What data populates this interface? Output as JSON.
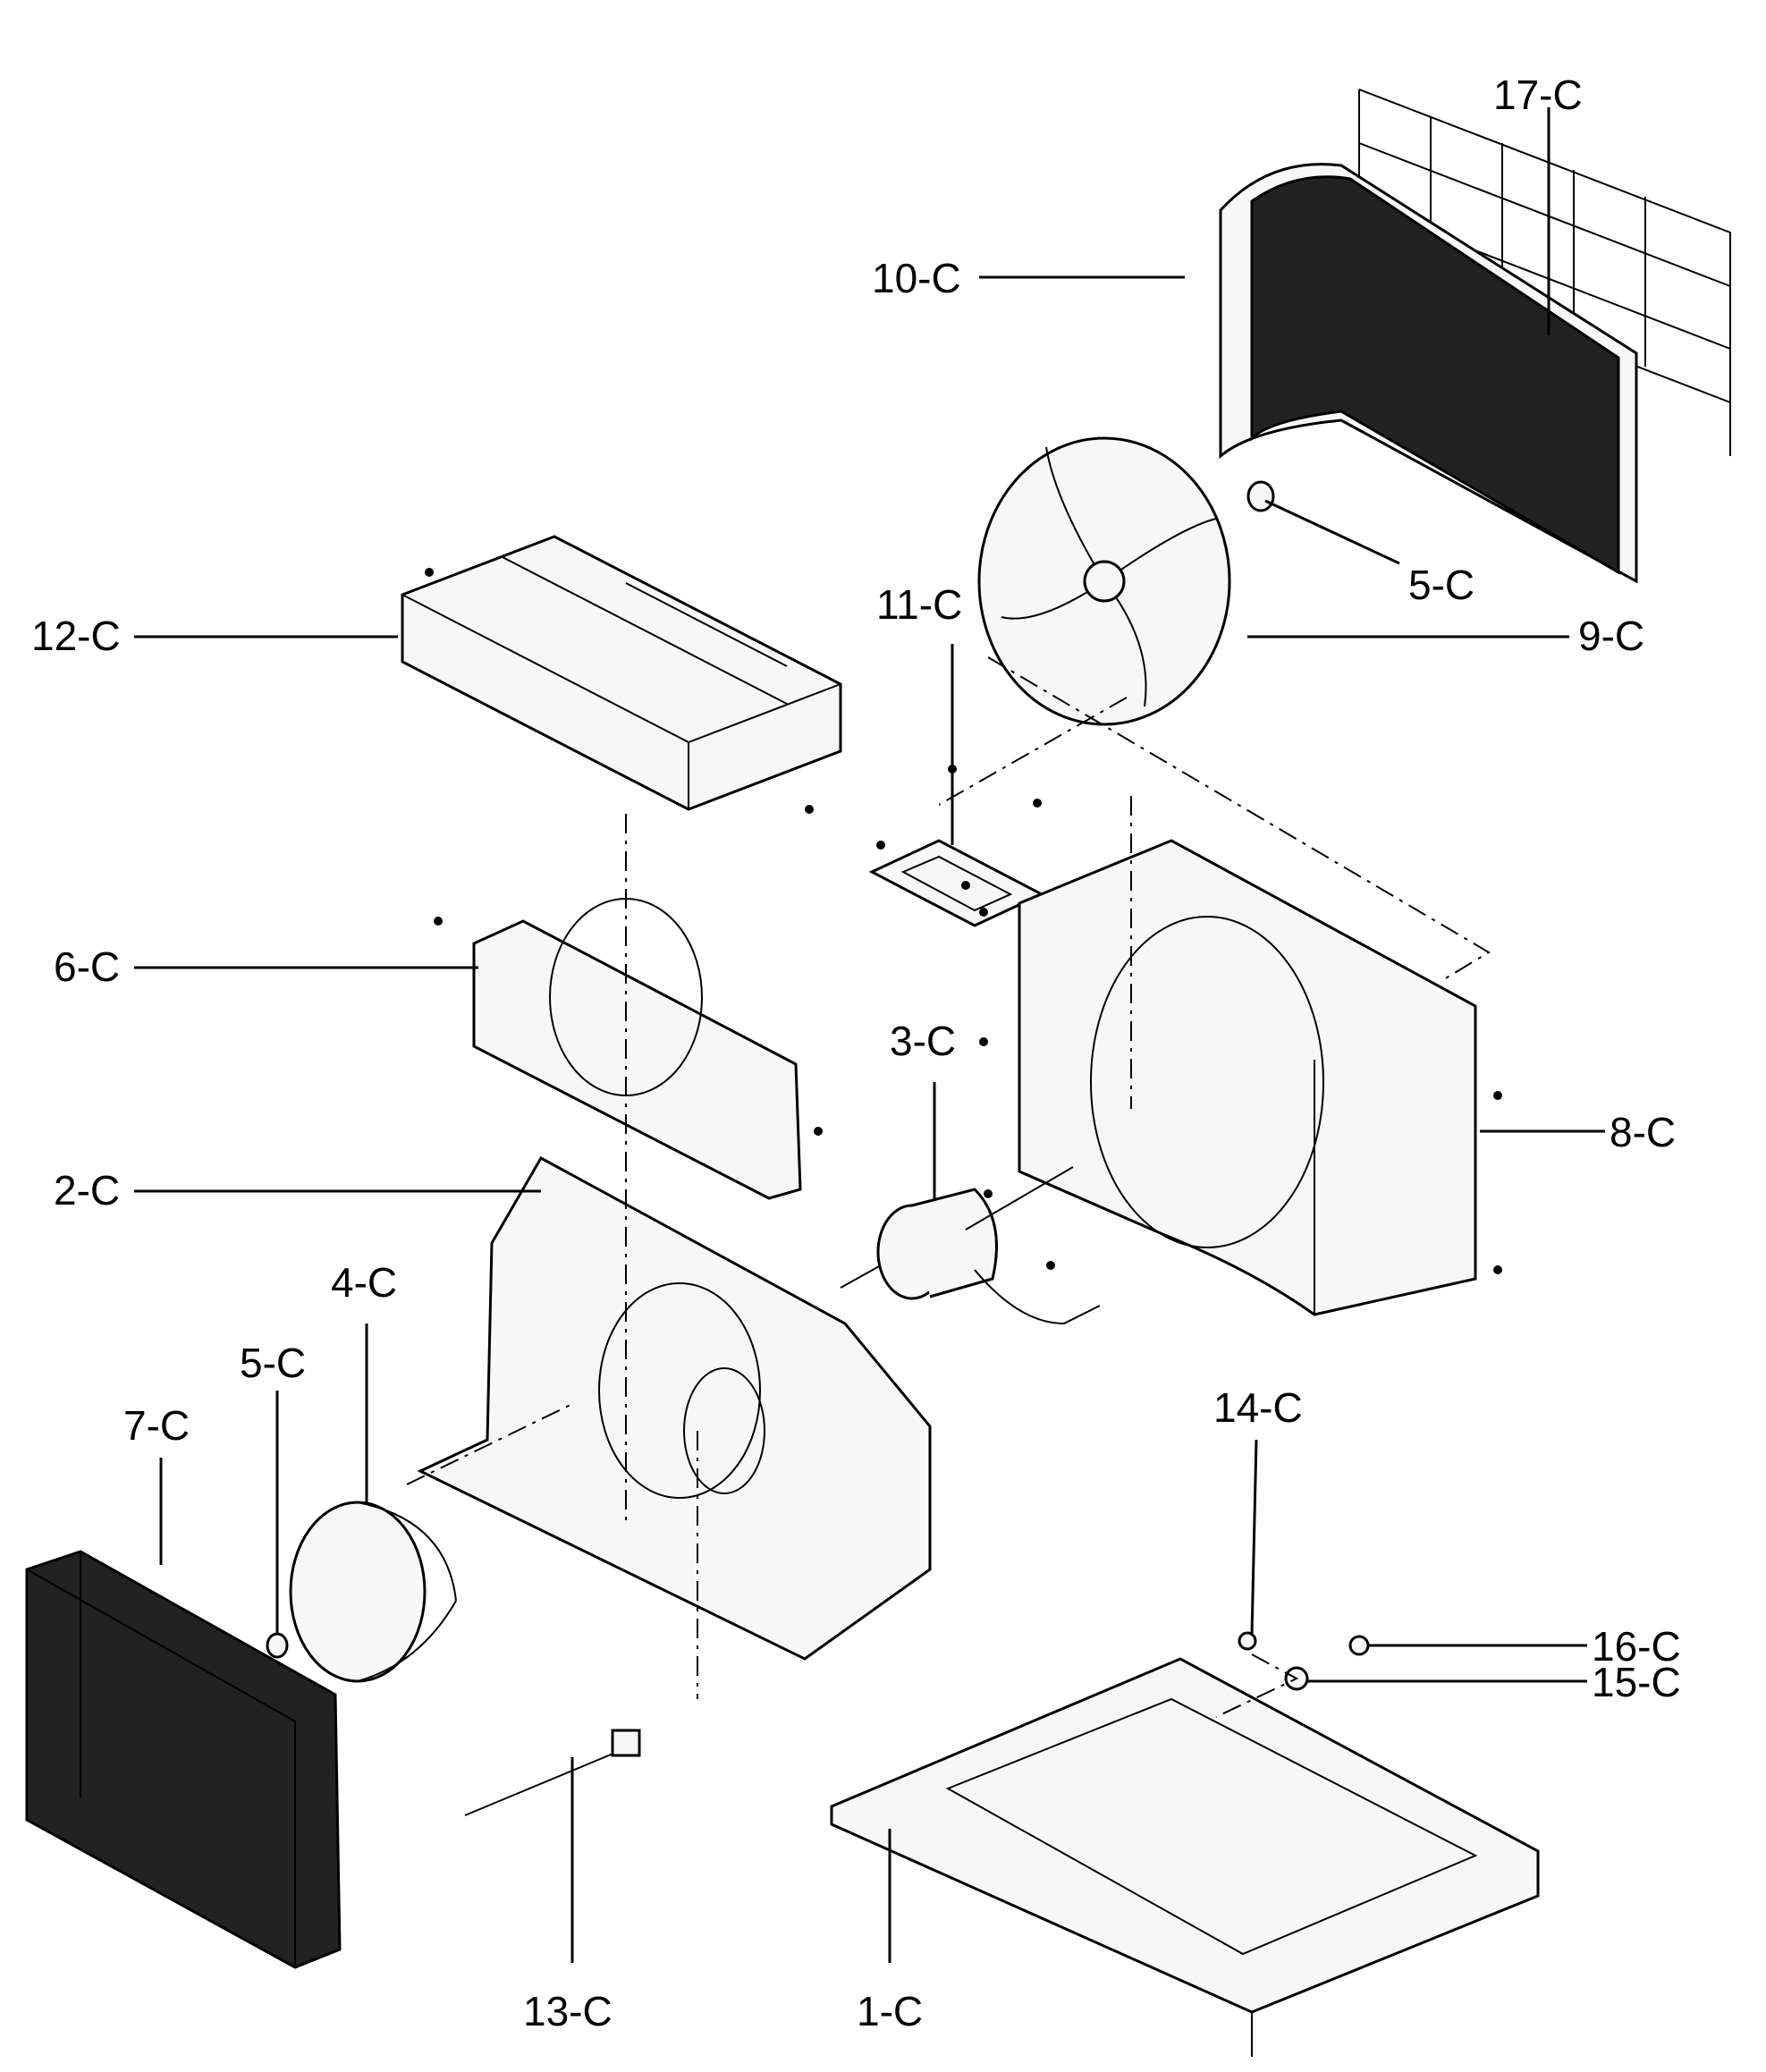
{
  "labels": {
    "p1": "1-C",
    "p2": "2-C",
    "p3": "3-C",
    "p4": "4-C",
    "p5a": "5-C",
    "p5b": "5-C",
    "p6": "6-C",
    "p7": "7-C",
    "p8": "8-C",
    "p9": "9-C",
    "p10": "10-C",
    "p11": "11-C",
    "p12": "12-C",
    "p13": "13-C",
    "p14": "14-C",
    "p15": "15-C",
    "p16": "16-C",
    "p17": "17-C"
  }
}
